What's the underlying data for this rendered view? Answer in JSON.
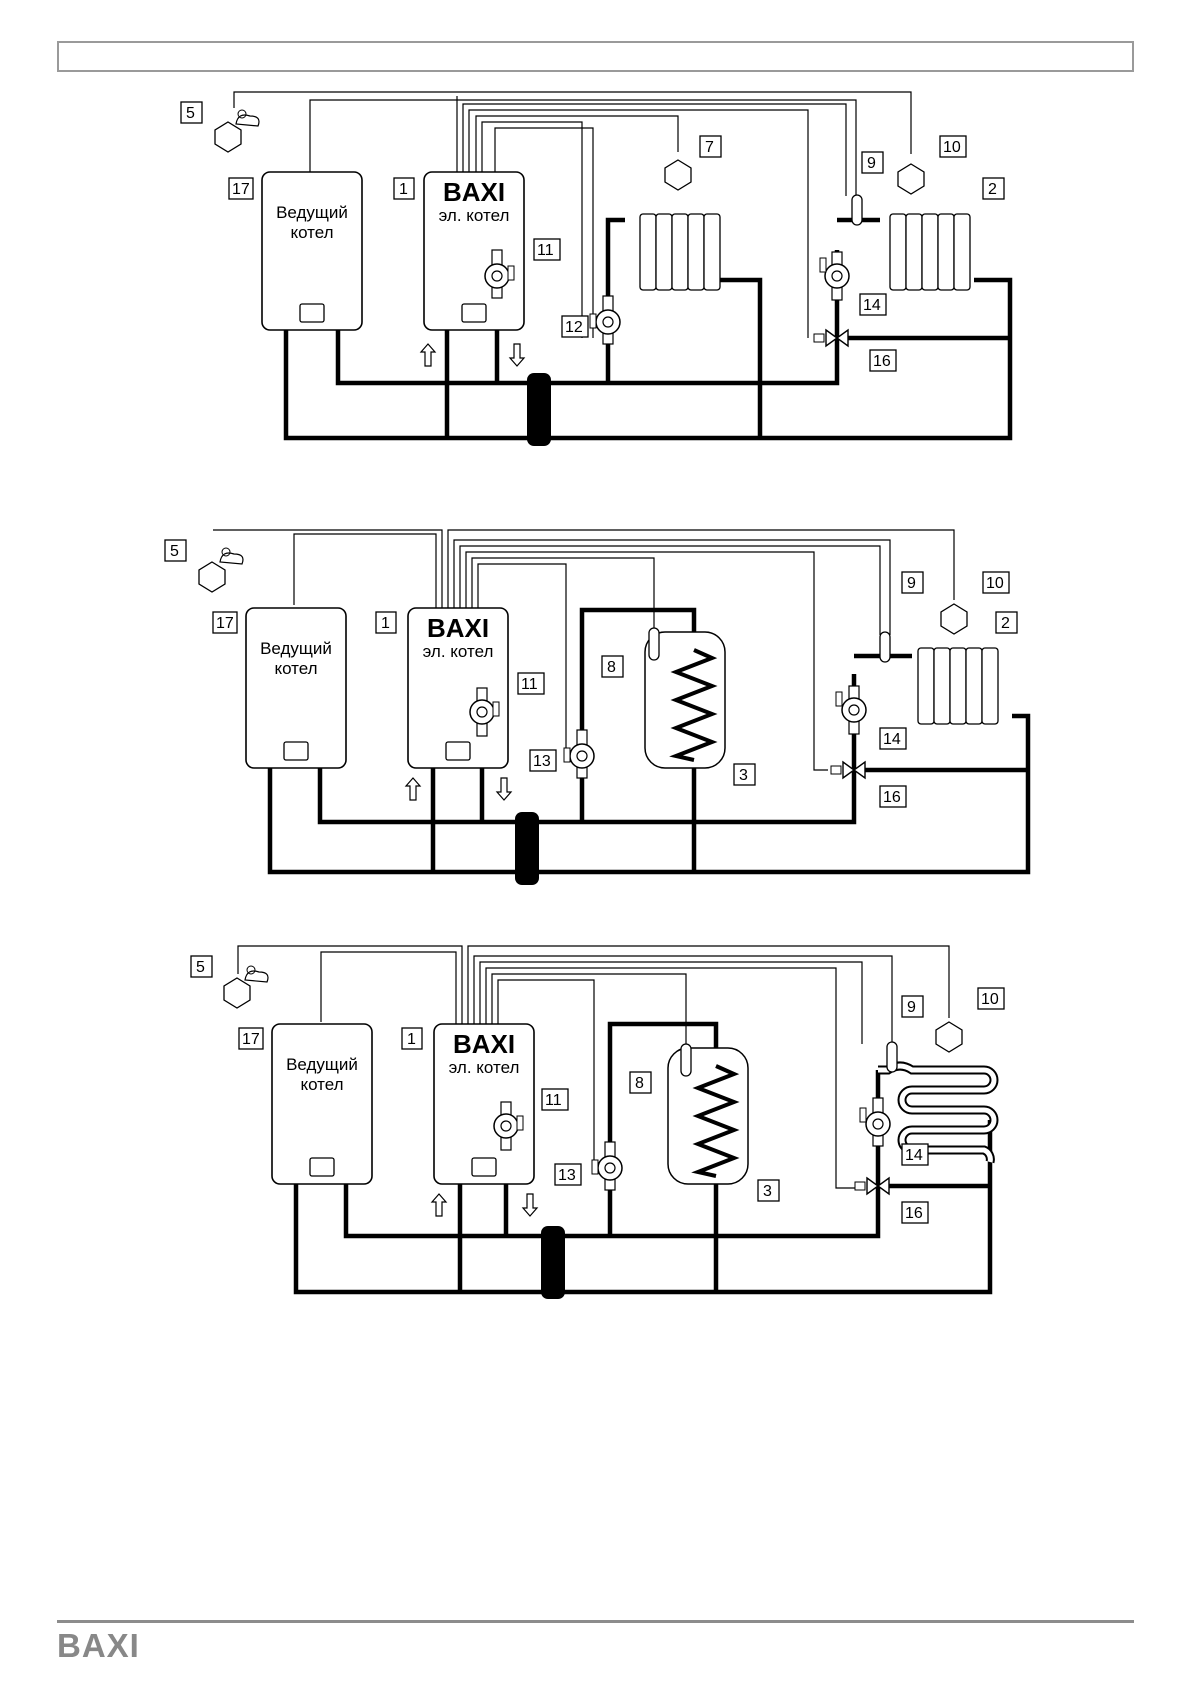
{
  "brand": "BAXI",
  "schemes": [
    {
      "lead_boiler": "Ведущий котел",
      "lead_tag": "17",
      "el_brand": "BAXI",
      "el_name": "эл. котел",
      "el_tag": "1",
      "labels": {
        "outdoor": "5",
        "pump11": "11",
        "room7": "7",
        "sensor9": "9",
        "room10": "10",
        "radiator2": "2",
        "pump12": "12",
        "pump14": "14",
        "valve16": "16"
      }
    },
    {
      "lead_boiler": "Ведущий котел",
      "lead_tag": "17",
      "el_brand": "BAXI",
      "el_name": "эл. котел",
      "el_tag": "1",
      "labels": {
        "outdoor": "5",
        "pump11": "11",
        "sensor8": "8",
        "sensor9": "9",
        "room10": "10",
        "radiator2": "2",
        "pump13": "13",
        "tank3": "3",
        "pump14": "14",
        "valve16": "16"
      }
    },
    {
      "lead_boiler": "Ведущий котел",
      "lead_tag": "17",
      "el_brand": "BAXI",
      "el_name": "эл. котел",
      "el_tag": "1",
      "labels": {
        "outdoor": "5",
        "pump11": "11",
        "sensor8": "8",
        "sensor9": "9",
        "room10": "10",
        "pump13": "13",
        "tank3": "3",
        "pump14": "14",
        "valve16": "16"
      }
    }
  ]
}
